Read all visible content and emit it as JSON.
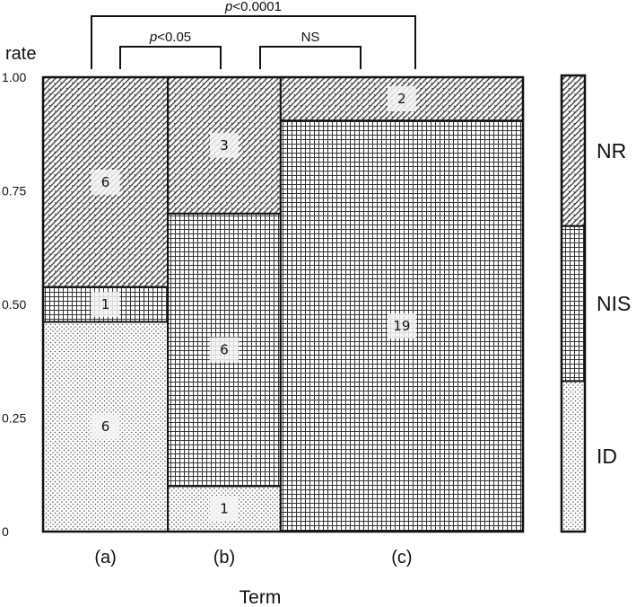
{
  "chart_data": {
    "type": "mosaic",
    "ylabel": "rate",
    "xlabel": "Term",
    "yticks": [
      "0",
      "0.25",
      "0.50",
      "0.75",
      "1.00"
    ],
    "ylim": [
      0,
      1
    ],
    "categories": [
      "(a)",
      "(b)",
      "(c)"
    ],
    "category_widths": [
      0.26,
      0.235,
      0.505
    ],
    "segment_order": [
      "ID",
      "NIS",
      "NR"
    ],
    "counts": [
      {
        "ID": 6,
        "NIS": 1,
        "NR": 6
      },
      {
        "ID": 1,
        "NIS": 6,
        "NR": 3
      },
      {
        "ID": 0,
        "NIS": 19,
        "NR": 2
      }
    ],
    "legend": {
      "position": "right",
      "items": [
        "NR",
        "NIS",
        "ID"
      ],
      "proportions": {
        "ID": 0.33,
        "NIS": 0.34,
        "NR": 0.33
      }
    },
    "significance": [
      {
        "text": "p<0.0001",
        "italic_prefix": "p",
        "from": "(a)",
        "to": "(c)"
      },
      {
        "text": "p<0.05",
        "italic_prefix": "p",
        "from": "(a)",
        "to": "(b)"
      },
      {
        "text": "NS",
        "italic_prefix": "",
        "from": "(b)",
        "to": "(c)"
      }
    ],
    "patterns": {
      "NR": "diagonal-crosshatch",
      "NIS": "grid",
      "ID": "dots"
    }
  }
}
